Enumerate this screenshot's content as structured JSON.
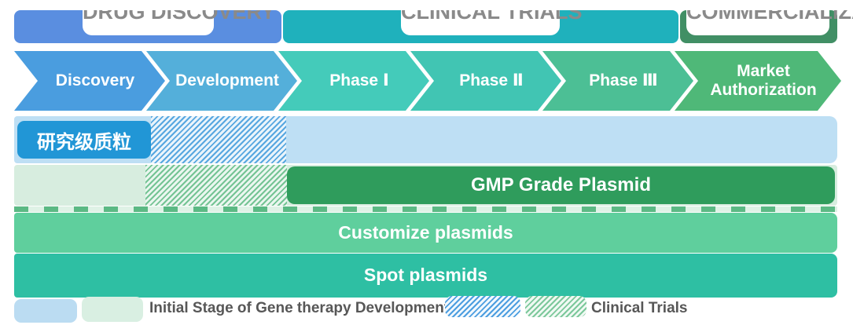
{
  "stage_headers": [
    {
      "label": "DRUG DISCOVERY",
      "color": "#5a8ee0"
    },
    {
      "label": "CLINICAL TRIALS",
      "color": "#1fb1bc"
    },
    {
      "label": "COMMERCIALIZATION",
      "color": "#418f65"
    }
  ],
  "phases": [
    {
      "label": "Discovery",
      "color": "#4a9ddf"
    },
    {
      "label": "Development",
      "color": "#54afda"
    },
    {
      "label": "Phase Ⅰ",
      "color": "#44cbba"
    },
    {
      "label": "Phase Ⅱ",
      "color": "#41c5b3"
    },
    {
      "label": "Phase Ⅲ",
      "color": "#4cbf95"
    },
    {
      "label": "Market Authorization",
      "color": "#4fb878"
    }
  ],
  "products": {
    "research_grade": {
      "label": "研究级质粒",
      "box_color": "#2196d6",
      "band_color": "#bedff4",
      "note": "solid box in Discovery, hatched through Development, pale band through Market Authorization"
    },
    "gmp_grade": {
      "label": "GMP Grade Plasmid",
      "box_color": "#2f9c5c",
      "band_color": "#d7eddf",
      "note": "pale band in Discovery, hatched through Development, solid box Phase I to Market Authorization"
    },
    "customize": {
      "label": "Customize plasmids",
      "color": "#5fcf9d"
    },
    "spot": {
      "label": "Spot plasmids",
      "color": "#2ebfa3"
    }
  },
  "legend": [
    {
      "label": "Initial Stage of Gene therapy Development",
      "swatches": [
        "solid-light-blue",
        "solid-light-green"
      ],
      "swatch_colors": [
        "#bbdcf2",
        "#d9efe2"
      ]
    },
    {
      "label": "Clinical Trials",
      "swatches": [
        "striped-blue",
        "striped-green"
      ],
      "swatch_colors": [
        "#4c9ee0",
        "#7cc89b"
      ]
    }
  ],
  "colors": {
    "hatch_blue": "#57a7e0",
    "hatch_green": "#74c494",
    "dashed_separator": "#5bb984",
    "header_text": "#8a8a8a",
    "legend_text": "#575757"
  }
}
